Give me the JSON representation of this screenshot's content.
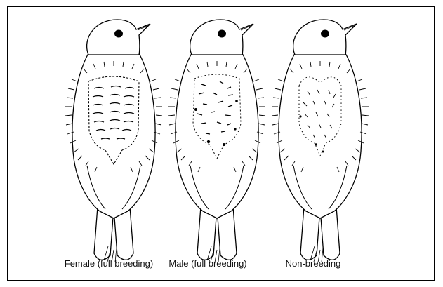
{
  "panels": [
    {
      "caption": "Female (full breeding)",
      "patch": "full"
    },
    {
      "caption": "Male (full breeding)",
      "patch": "partial"
    },
    {
      "caption": "Non-breeding",
      "patch": "none"
    }
  ],
  "colors": {
    "ink": "#000000",
    "paper": "#ffffff",
    "frame": "#000000"
  }
}
